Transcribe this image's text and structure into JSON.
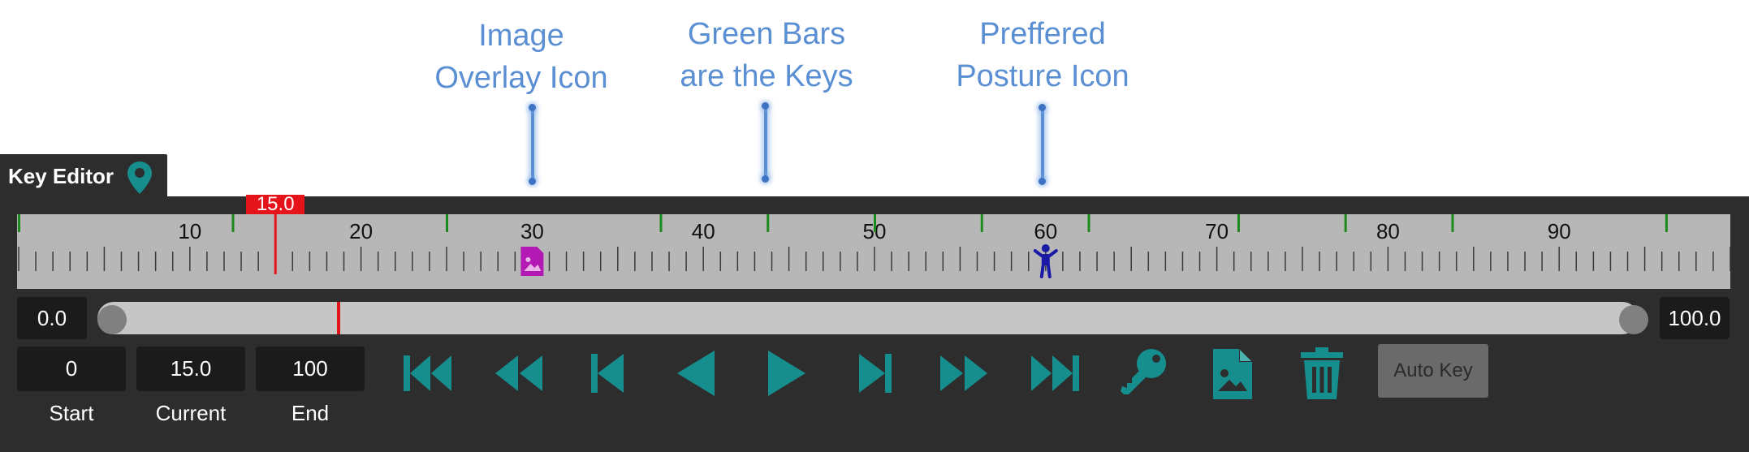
{
  "callouts": {
    "image_overlay": {
      "line1": "Image",
      "line2": "Overlay Icon"
    },
    "green_bars": {
      "line1": "Green Bars",
      "line2": "are the Keys"
    },
    "posture": {
      "line1": "Preffered",
      "line2": "Posture Icon"
    }
  },
  "panel": {
    "tab_label": "Key Editor",
    "tab_icon": "map-pin-icon"
  },
  "timeline": {
    "tick_labels": [
      "10",
      "20",
      "30",
      "40",
      "50",
      "60",
      "70",
      "80",
      "90"
    ],
    "current_marker": "15.0",
    "range_min": 0,
    "range_max": 100,
    "current": 15,
    "keys": [
      0,
      12.5,
      25,
      37.5,
      43.75,
      50,
      56.25,
      62.5,
      71.25,
      77.5,
      83.75,
      96.25
    ],
    "image_overlay_at": 30,
    "posture_at": 60,
    "key_color": "#1d8a1d",
    "image_icon_color": "#b319b3",
    "posture_icon_color": "#1a1aa6"
  },
  "range_slider": {
    "min_label": "0.0",
    "max_label": "100.0",
    "current": 15
  },
  "fields": {
    "start_value": "0",
    "current_value": "15.0",
    "end_value": "100",
    "start_label": "Start",
    "current_label": "Current",
    "end_label": "End"
  },
  "toolbar": {
    "accent": "#168e8e",
    "buttons": [
      "skip-to-start-icon",
      "rewind-icon",
      "step-back-icon",
      "play-reverse-icon",
      "play-icon",
      "step-forward-icon",
      "fast-forward-icon",
      "skip-to-end-icon",
      "key-icon",
      "image-file-icon",
      "trash-icon"
    ],
    "auto_key_label": "Auto Key"
  }
}
